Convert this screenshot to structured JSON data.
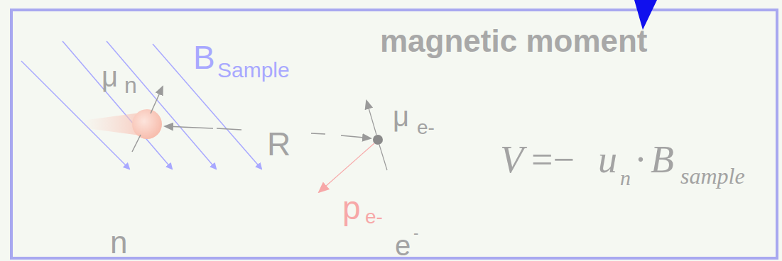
{
  "diagram": {
    "title": "magnetic moment",
    "labels": [
      "B",
      "Sample",
      "μ",
      "n",
      "R",
      "μ",
      "e-",
      "p",
      "e-",
      "n",
      "e",
      "-",
      "V",
      "=−",
      "u",
      "n",
      "·",
      "B",
      "sample"
    ]
  }
}
